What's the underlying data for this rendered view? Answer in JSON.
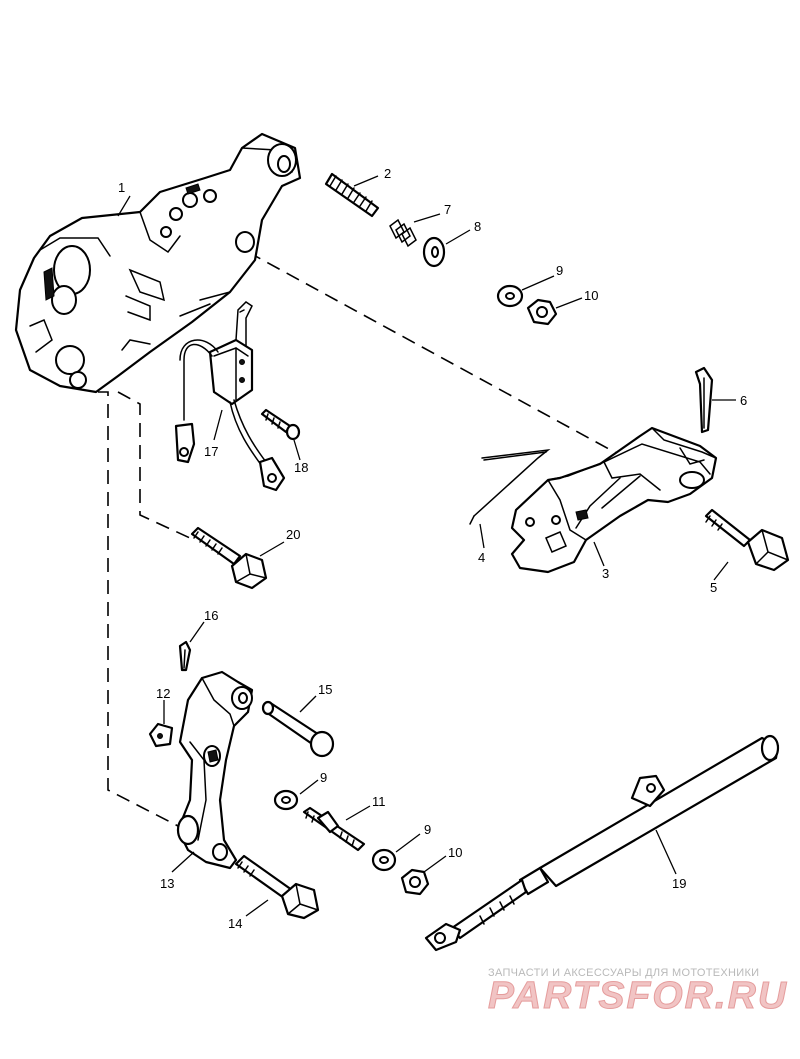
{
  "callouts": [
    {
      "id": "c1",
      "text": "1"
    },
    {
      "id": "c2",
      "text": "2"
    },
    {
      "id": "c3",
      "text": "3"
    },
    {
      "id": "c4",
      "text": "4"
    },
    {
      "id": "c5",
      "text": "5"
    },
    {
      "id": "c6",
      "text": "6"
    },
    {
      "id": "c7",
      "text": "7"
    },
    {
      "id": "c8",
      "text": "8"
    },
    {
      "id": "c9a",
      "text": "9"
    },
    {
      "id": "c10a",
      "text": "10"
    },
    {
      "id": "c9b",
      "text": "9"
    },
    {
      "id": "c9c",
      "text": "9"
    },
    {
      "id": "c10b",
      "text": "10"
    },
    {
      "id": "c11",
      "text": "11"
    },
    {
      "id": "c12",
      "text": "12"
    },
    {
      "id": "c13",
      "text": "13"
    },
    {
      "id": "c14",
      "text": "14"
    },
    {
      "id": "c15",
      "text": "15"
    },
    {
      "id": "c16",
      "text": "16"
    },
    {
      "id": "c17",
      "text": "17"
    },
    {
      "id": "c18",
      "text": "18"
    },
    {
      "id": "c19",
      "text": "19"
    },
    {
      "id": "c20",
      "text": "20"
    }
  ],
  "watermark": {
    "tagline": "ЗАПЧАСТИ И АКСЕССУАРЫ ДЛЯ МОТОТЕХНИКИ",
    "brand": "PARTSFOR.RU"
  },
  "colors": {
    "line": "#000000",
    "background": "#ffffff",
    "watermark_brand": "#e59d9d",
    "watermark_tagline": "#b9b9b9"
  }
}
